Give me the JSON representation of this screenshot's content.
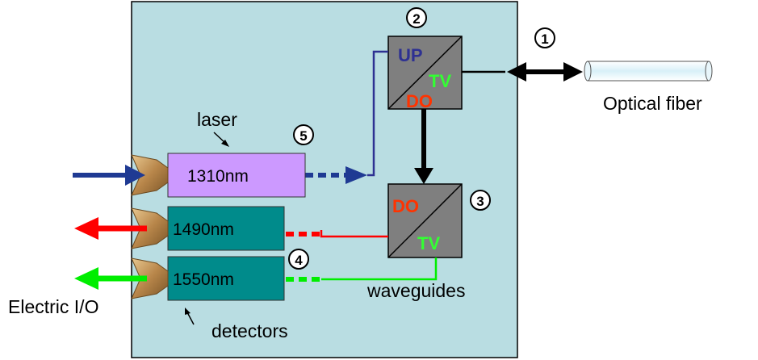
{
  "labels": {
    "optical_fiber": "Optical fiber",
    "laser": "laser",
    "waveguides": "waveguides",
    "detectors": "detectors",
    "electric_io": "Electric I/O"
  },
  "markers": [
    "1",
    "2",
    "3",
    "4",
    "5"
  ],
  "devices": {
    "laser_wavelength": "1310nm",
    "detector_1_wavelength": "1490nm",
    "detector_2_wavelength": "1550nm"
  },
  "splitter_top": {
    "up": "UP",
    "tv": "TV",
    "do": "DO"
  },
  "splitter_bottom": {
    "do": "DO",
    "tv": "TV"
  },
  "colors": {
    "module_bg": "#b9dde2",
    "laser_box": "#cc99ff",
    "detector_box": "#008b8b",
    "splitter": "#7f7f7f",
    "blue_signal": "#1f3a93",
    "red_signal": "#ff0000",
    "green_signal": "#00ee00",
    "up_text": "#2e3192",
    "do_text": "#ff3300",
    "tv_text": "#33ff33"
  }
}
